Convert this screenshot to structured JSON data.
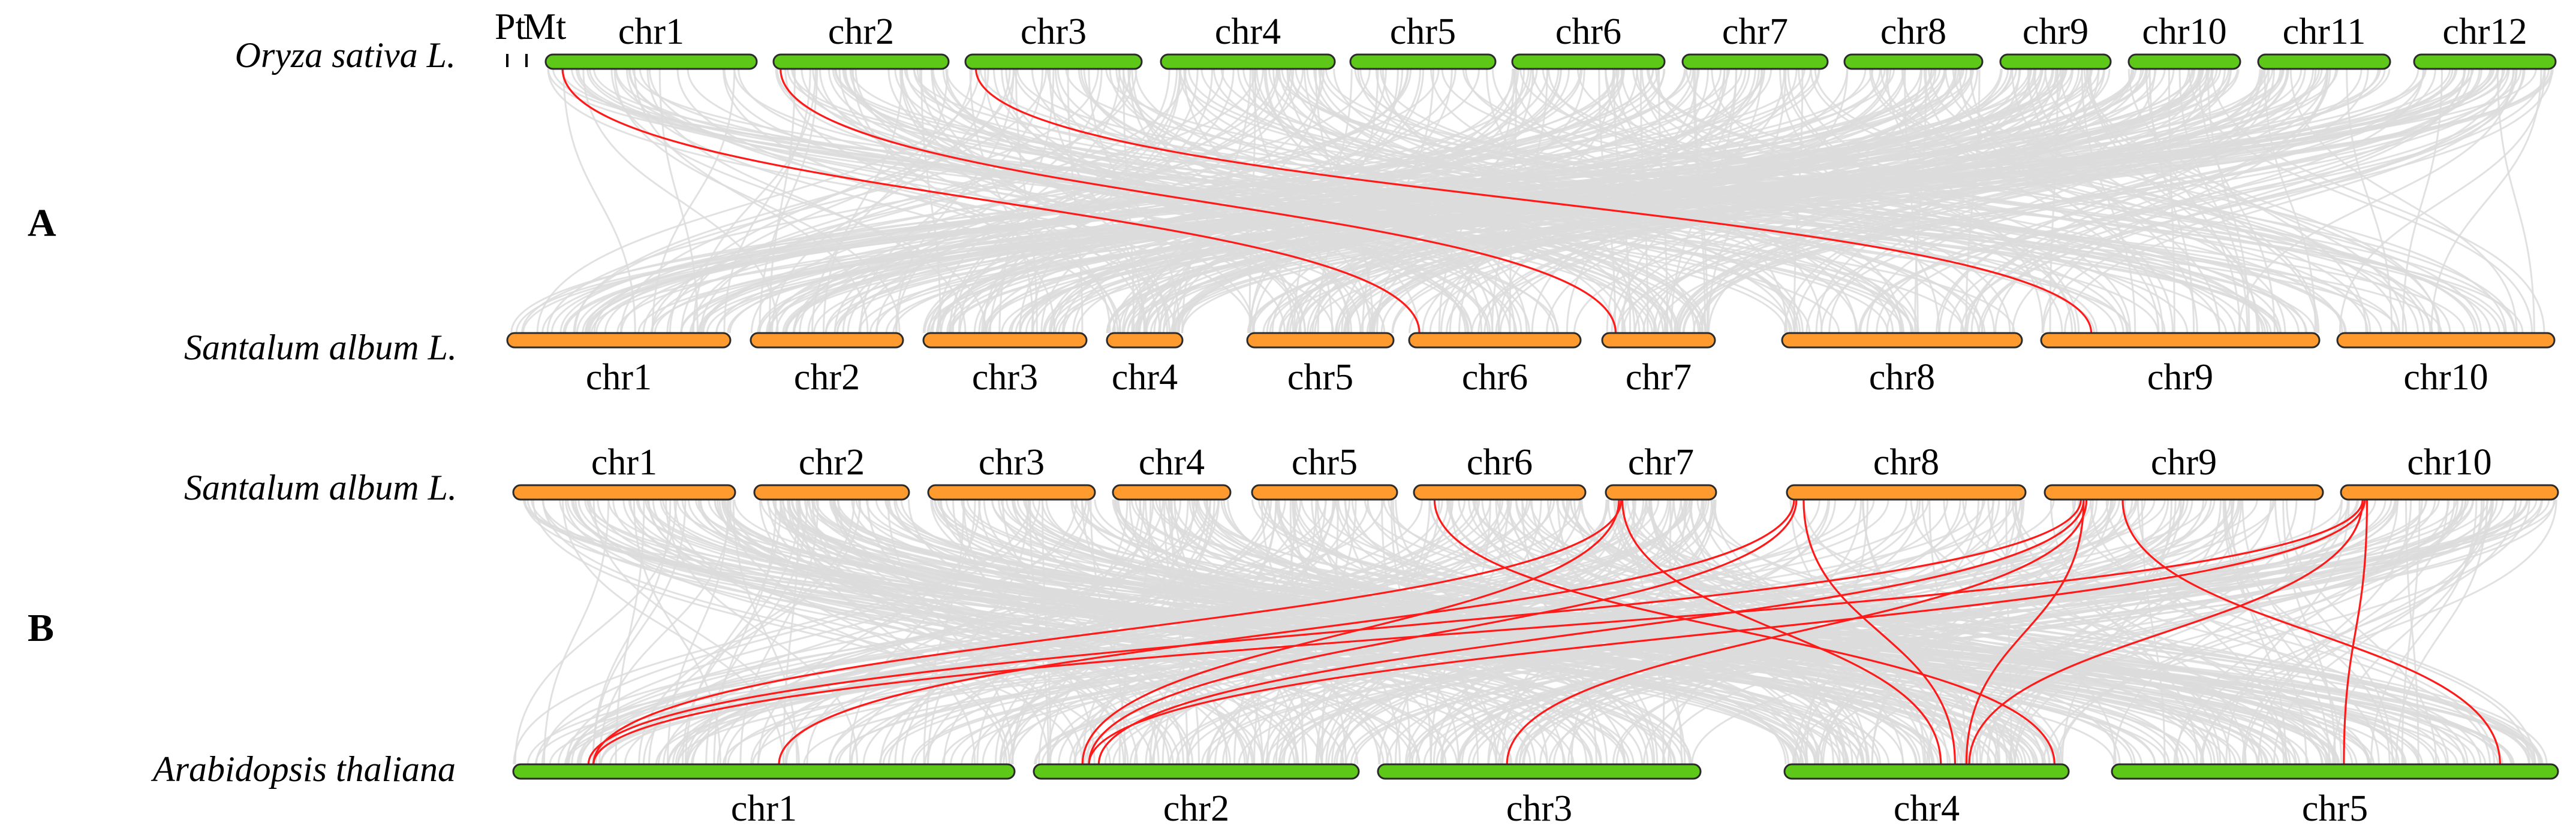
{
  "colors": {
    "green": "#5ec819",
    "orange": "#ff9a2e",
    "background_link": "#dcdcdc",
    "highlight_link": "#ff1a1a"
  },
  "panels": [
    {
      "label": "A",
      "top_species": "Oryza sativa L.",
      "top_color": "green",
      "top_extra_labels": [
        "Pt",
        "Mt"
      ],
      "top_chromosomes": [
        "chr1",
        "chr2",
        "chr3",
        "chr4",
        "chr5",
        "chr6",
        "chr7",
        "chr8",
        "chr9",
        "chr10",
        "chr11",
        "chr12"
      ],
      "bottom_species": "Santalum album L.",
      "bottom_color": "orange",
      "bottom_chromosomes": [
        "chr1",
        "chr2",
        "chr3",
        "chr4",
        "chr5",
        "chr6",
        "chr7",
        "chr8",
        "chr9",
        "chr10"
      ],
      "highlighted_links": [
        {
          "from": "chr1",
          "to": "chr6"
        },
        {
          "from": "chr2",
          "to": "chr7"
        },
        {
          "from": "chr3",
          "to": "chr9"
        }
      ]
    },
    {
      "label": "B",
      "top_species": "Santalum album L.",
      "top_color": "orange",
      "top_chromosomes": [
        "chr1",
        "chr2",
        "chr3",
        "chr4",
        "chr5",
        "chr6",
        "chr7",
        "chr8",
        "chr9",
        "chr10"
      ],
      "bottom_species": "Arabidopsis thaliana",
      "bottom_color": "green",
      "bottom_chromosomes": [
        "chr1",
        "chr2",
        "chr3",
        "chr4",
        "chr5"
      ],
      "highlighted_links": [
        {
          "from": "chr6",
          "to": "chr4"
        },
        {
          "from": "chr7",
          "to": "chr1"
        },
        {
          "from": "chr7",
          "to": "chr2"
        },
        {
          "from": "chr7",
          "to": "chr4"
        },
        {
          "from": "chr8",
          "to": "chr1"
        },
        {
          "from": "chr8",
          "to": "chr2"
        },
        {
          "from": "chr8",
          "to": "chr4"
        },
        {
          "from": "chr9",
          "to": "chr1"
        },
        {
          "from": "chr9",
          "to": "chr2"
        },
        {
          "from": "chr9",
          "to": "chr3"
        },
        {
          "from": "chr9",
          "to": "chr4"
        },
        {
          "from": "chr9",
          "to": "chr5"
        },
        {
          "from": "chr10",
          "to": "chr1"
        },
        {
          "from": "chr10",
          "to": "chr2"
        },
        {
          "from": "chr10",
          "to": "chr4"
        },
        {
          "from": "chr10",
          "to": "chr5"
        }
      ]
    }
  ]
}
